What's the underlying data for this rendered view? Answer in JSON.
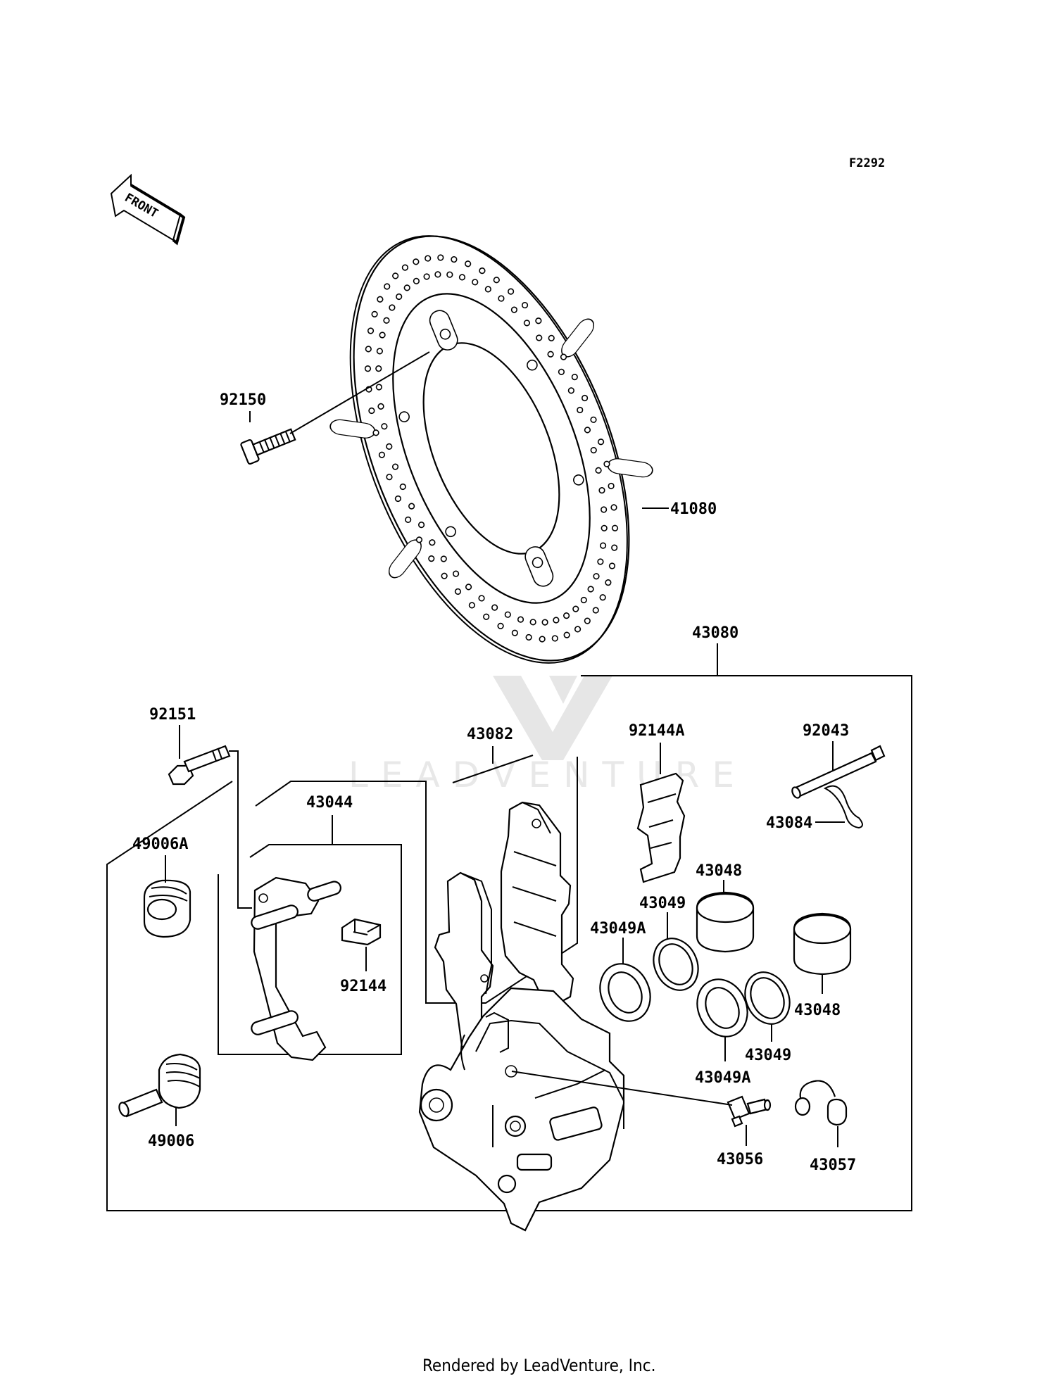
{
  "diagram_id": "F2292",
  "front_label": "FRONT",
  "watermark": "LEADVENTURE",
  "footer": "Rendered by LeadVenture, Inc.",
  "parts": {
    "p92150": "92150",
    "p41080": "41080",
    "p43080": "43080",
    "p92151": "92151",
    "p43082": "43082",
    "p92144A": "92144A",
    "p92043": "92043",
    "p43044": "43044",
    "p43084": "43084",
    "p43048a": "43048",
    "p43049a": "43049",
    "p49006A": "49006A",
    "p43049Aa": "43049A",
    "p92144": "92144",
    "p43048b": "43048",
    "p43049b": "43049",
    "p43049Ab": "43049A",
    "p49006": "49006",
    "p43056": "43056",
    "p43057": "43057"
  }
}
